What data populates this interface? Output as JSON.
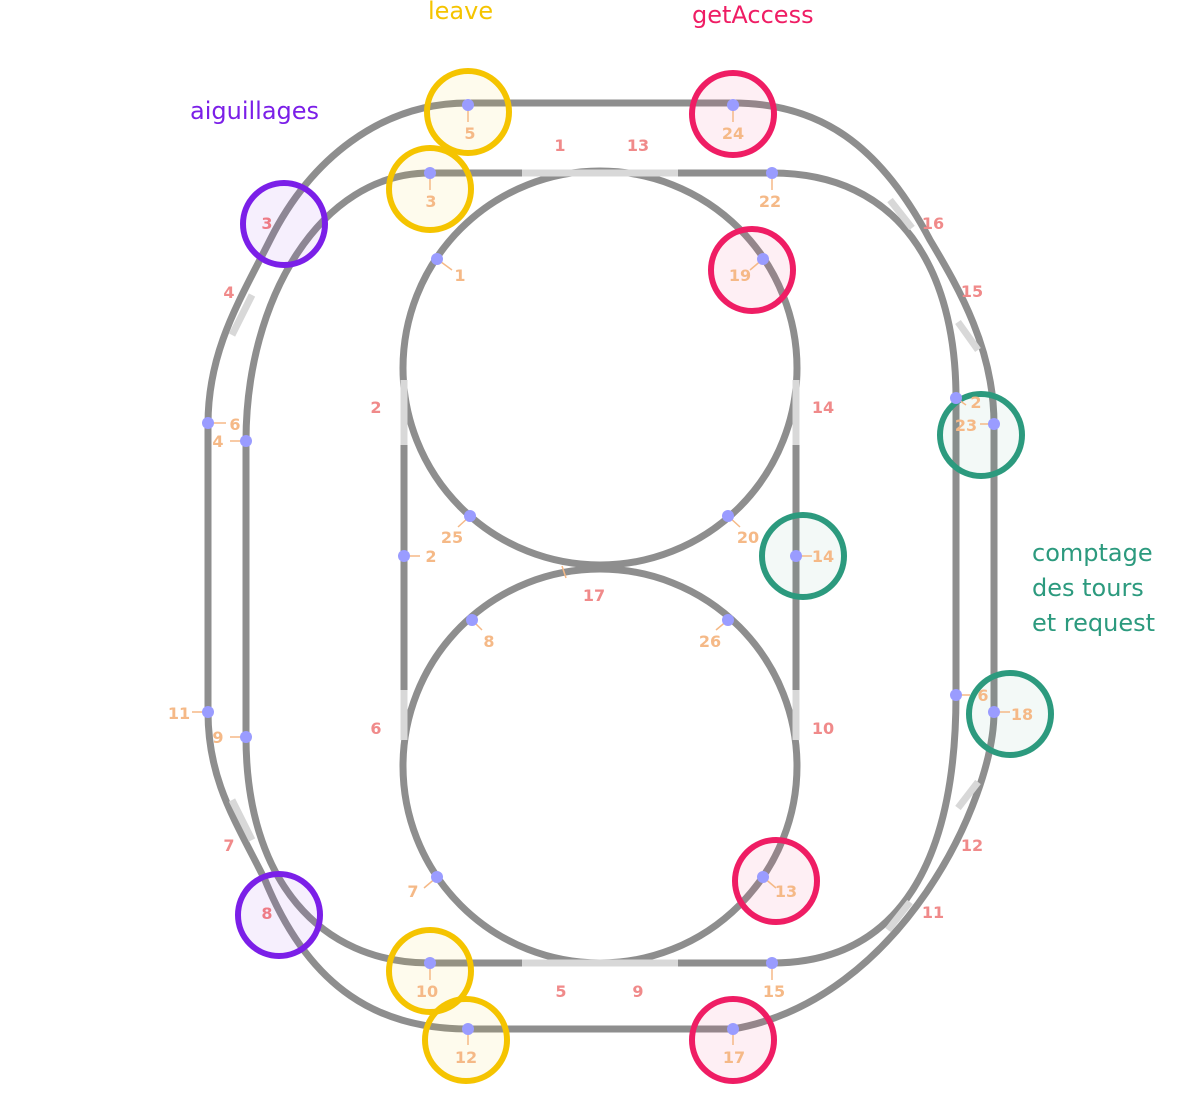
{
  "legend": {
    "leave": "leave",
    "get_access": "getAccess",
    "switches": "aiguillages",
    "lap_count": [
      "comptage",
      "des tours",
      "et request"
    ]
  },
  "colors": {
    "track": "#8e8e8e",
    "track_gap": "#d8d8d8",
    "sensor_dot": "#9a9cff",
    "sensor_label": "#f5b987",
    "segment_label": "#f08a8a",
    "leave": "#f5c400",
    "get_access": "#ef1d64",
    "switches": "#7b1fe8",
    "lap_count": "#2c9a7e"
  },
  "segment_labels": [
    "1",
    "13",
    "16",
    "15",
    "4",
    "2",
    "14",
    "6",
    "10",
    "17",
    "7",
    "12",
    "11",
    "5",
    "9"
  ],
  "switch_labels": [
    "3",
    "8"
  ],
  "sensor_labels": [
    "5",
    "24",
    "3",
    "22",
    "1",
    "19",
    "6",
    "4",
    "2",
    "23",
    "25",
    "20",
    "14",
    "8",
    "26",
    "11",
    "9",
    "18",
    "7",
    "13",
    "10",
    "15",
    "12",
    "17"
  ],
  "overlap_label": "2",
  "overlap_label_2": "6"
}
